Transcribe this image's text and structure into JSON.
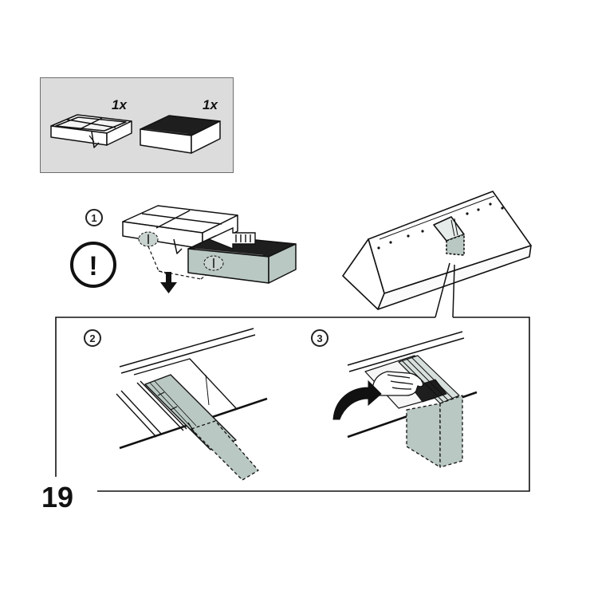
{
  "parts": {
    "frame_qty": "1x",
    "filter_qty": "1x"
  },
  "steps": {
    "step1": "1",
    "step2": "2",
    "step3": "3"
  },
  "warning_symbol": "!",
  "page_number": "19",
  "icons": [
    "filter-frame-icon",
    "carbon-filter-icon",
    "warning-icon",
    "hood-icon",
    "hand-icon",
    "down-arrow-icon",
    "curved-arrow-icon"
  ],
  "colors": {
    "panel_bg": "#dcdcdc",
    "filter_fill": "#b9c8c2",
    "filter_dark": "#222222",
    "line": "#111111"
  }
}
